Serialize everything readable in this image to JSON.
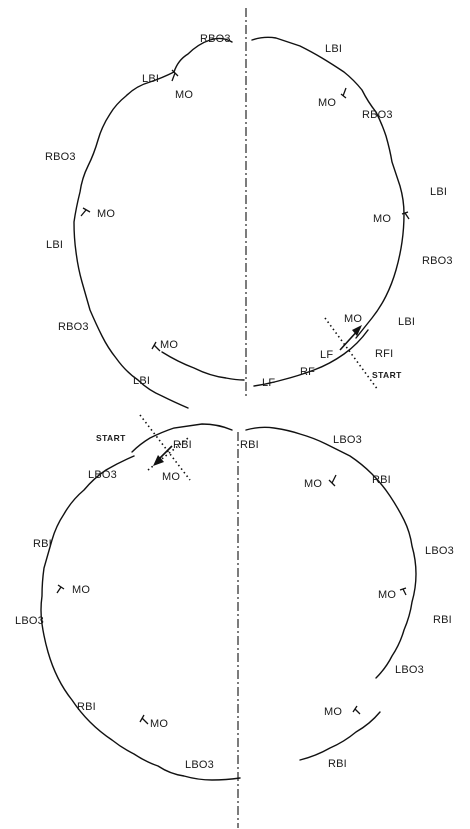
{
  "diagrams": {
    "top": {
      "labels": {
        "rbo3_top": "RBO3",
        "lbi_tl": "LBI",
        "mo_tl": "MO",
        "rbo3_l": "RBO3",
        "mo_l": "MO",
        "lbi_l": "LBI",
        "rbo3_bl": "RBO3",
        "mo_bl": "MO",
        "lbi_bl": "LBI",
        "lbi_tr": "LBI",
        "mo_tr": "MO",
        "rbo3_tr": "RBO3",
        "lbi_r": "LBI",
        "mo_r": "MO",
        "rbo3_r": "RBO3",
        "mo_br": "MO",
        "lbi_br": "LBI",
        "lf_1": "LF",
        "rfi": "RFI",
        "rf": "RF",
        "lf_2": "LF",
        "start": "START"
      }
    },
    "bottom": {
      "labels": {
        "start": "START",
        "rbi_start": "RBI",
        "mo_start": "MO",
        "rbi_axis": "RBI",
        "lbo3_tl": "LBO3",
        "rbi_l": "RBI",
        "mo_l": "MO",
        "lbo3_l": "LBO3",
        "rbi_bl": "RBI",
        "mo_bl": "MO",
        "lbo3_bottom": "LBO3",
        "lbo3_tr": "LBO3",
        "mo_tr": "MO",
        "rbi_tr": "RBI",
        "lbo3_r": "LBO3",
        "mo_r": "MO",
        "rbi_r": "RBI",
        "lbo3_br": "LBO3",
        "mo_br": "MO",
        "rbi_br": "RBI"
      }
    }
  }
}
